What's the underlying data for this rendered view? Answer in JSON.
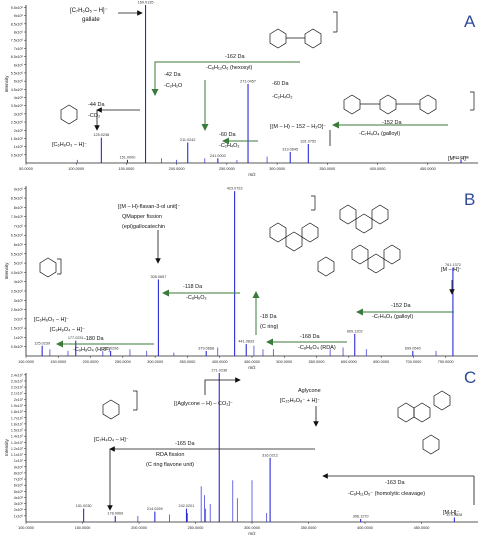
{
  "colors": {
    "spectrum": "#2b2bd6",
    "arrow_green": "#3a7a3a",
    "axis": "#222222",
    "panel_letter": "#2f4a9a"
  },
  "chart_data": [
    {
      "panel": "A",
      "type": "bar",
      "ylabel": "Intensity",
      "xlabel": "m/z",
      "xlim": [
        50,
        500
      ],
      "x_ticks": [
        50,
        100,
        150,
        200,
        250,
        300,
        350,
        400,
        450
      ],
      "x_tick_labels": [
        "50.0000",
        "100.0000",
        "150.0000",
        "200.0000",
        "250.0000",
        "300.0000",
        "350.0000",
        "400.0000",
        "450.0000"
      ],
      "ylim": [
        0,
        100
      ],
      "y_tick_labels": [
        "0.5x10⁶",
        "1x10⁶",
        "1.5x10⁶",
        "2x10⁶",
        "2.5x10⁶",
        "3x10⁶",
        "3.5x10⁶",
        "4x10⁶",
        "4.5x10⁶",
        "5x10⁶",
        "5.5x10⁶",
        "6x10⁶",
        "6.5x10⁶",
        "7x10⁶",
        "7.5x10⁶",
        "8x10⁶",
        "8.5x10⁶",
        "9x10⁶",
        "9.5x10⁶"
      ],
      "peaks": [
        {
          "x": 125.0238,
          "y": 16,
          "label": "125.0238"
        },
        {
          "x": 151.0,
          "y": 2,
          "label": "151.0000"
        },
        {
          "x": 169.0135,
          "y": 100,
          "label": "169.0135"
        },
        {
          "x": 211.0242,
          "y": 13,
          "label": "211.0242"
        },
        {
          "x": 241.0,
          "y": 3,
          "label": "241.0000"
        },
        {
          "x": 271.0457,
          "y": 50,
          "label": "271.0457"
        },
        {
          "x": 313.0645,
          "y": 7,
          "label": "313.0645"
        },
        {
          "x": 331.0752,
          "y": 12,
          "label": "331.0752"
        },
        {
          "x": 483.0786,
          "y": 2,
          "label": "483.0786"
        }
      ],
      "minor_peaks": [
        [
          101,
          2
        ],
        [
          185,
          3
        ],
        [
          200,
          2
        ],
        [
          228,
          3
        ],
        [
          290,
          4
        ],
        [
          260,
          2
        ]
      ],
      "annotations": {
        "formula_top": "[C₇H₆O₅ – H]⁻",
        "name_top": "gallate",
        "loss1_top": "-162 Da",
        "loss1_bot": "-C₆H₁₂O₆ (hexosyl)",
        "loss2_top": "-42 Da",
        "loss2_bot": "-C₂H₂O",
        "loss3_top": "-60 Da",
        "loss3_bot": "-C₂H₄O₂",
        "loss4_top": "-60 Da",
        "loss4_bot": "-C₂H₄O₂",
        "loss5_top": "-44 Da",
        "loss5_bot": "-CO₂",
        "frag_label": "[(M – H) – 152 – H₂O]⁻",
        "galloyl_top": "-152 Da",
        "galloyl_bot": "-C₇H₄O₄ (galloyl)",
        "precursor": "[M – H]⁻",
        "pyrogallol": "[C₆H₆O₃ – H]⁻"
      }
    },
    {
      "panel": "B",
      "type": "bar",
      "ylabel": "Intensity",
      "xlabel": "m/z",
      "xlim": [
        100,
        800
      ],
      "x_ticks": [
        100,
        150,
        200,
        250,
        300,
        350,
        400,
        450,
        500,
        550,
        600,
        650,
        700,
        750
      ],
      "x_tick_labels": [
        "100.0000",
        "150.0000",
        "200.0000",
        "250.0000",
        "300.0000",
        "350.0000",
        "400.0000",
        "450.0000",
        "500.0000",
        "550.0000",
        "600.0000",
        "650.0000",
        "700.0000",
        "750.0000"
      ],
      "ylim": [
        0,
        100
      ],
      "y_tick_labels": [
        "0.5x10⁵",
        "1x10⁵",
        "1.5x10⁵",
        "2x10⁵",
        "2.5x10⁵",
        "3x10⁵",
        "3.5x10⁵",
        "4x10⁵",
        "4.5x10⁵",
        "5x10⁵",
        "5.5x10⁵",
        "6x10⁵",
        "6.5x10⁵",
        "7x10⁵",
        "7.5x10⁵",
        "8x10⁵",
        "8.5x10⁵",
        "9x10⁵"
      ],
      "peaks": [
        {
          "x": 125.0239,
          "y": 6,
          "label": "125.0239"
        },
        {
          "x": 177.0231,
          "y": 9,
          "label": "177.0231"
        },
        {
          "x": 231.0296,
          "y": 3,
          "label": "231.0296"
        },
        {
          "x": 305.0657,
          "y": 45,
          "label": "305.0657"
        },
        {
          "x": 379.0668,
          "y": 3,
          "label": "379.0668"
        },
        {
          "x": 423.0723,
          "y": 97,
          "label": "423.0723"
        },
        {
          "x": 441.0833,
          "y": 7,
          "label": "441.0833"
        },
        {
          "x": 609.1202,
          "y": 13,
          "label": "609.1202"
        },
        {
          "x": 699.054,
          "y": 3,
          "label": "699.0540"
        },
        {
          "x": 761.1372,
          "y": 52,
          "label": "761.1372"
        }
      ],
      "minor_peaks": [
        [
          137,
          4
        ],
        [
          165,
          3
        ],
        [
          219,
          3
        ],
        [
          261,
          4
        ],
        [
          287,
          3
        ],
        [
          329,
          2
        ],
        [
          397,
          5
        ],
        [
          453,
          6
        ],
        [
          467,
          4
        ],
        [
          483,
          4
        ],
        [
          571,
          4
        ],
        [
          591,
          5
        ],
        [
          627,
          4
        ],
        [
          735,
          3
        ]
      ],
      "annotations": {
        "flavan_a": "[(M – H)-flavan-3-ol unit]⁻",
        "flavan_b": "QMapper fission",
        "flavan_c": "(epi)gallocatechin",
        "loss118_top": "-118 Da",
        "loss118_bot": "-C₈H₆O₂",
        "loss18_top": "-18 Da",
        "loss18_bot": "(C ring)",
        "loss168_top": "-168 Da",
        "loss168_bot": "-C₈H₈O₄ (RDA)",
        "loss180_top": "-180 Da",
        "loss180_bot": "-C₉H₈O₄ (HRF)",
        "loss152_top": "-152 Da",
        "loss152_bot": "-C₇H₄O₄ (galloyl)",
        "precursor": "[M – H]⁻",
        "phloro": "[C₆H₆O₃ – H]⁻",
        "frag177": "[C₉H₆O₄ – H]⁻"
      }
    },
    {
      "panel": "C",
      "type": "bar",
      "ylabel": "Intensity",
      "xlabel": "m/z",
      "xlim": [
        100,
        500
      ],
      "x_ticks": [
        100,
        150,
        200,
        250,
        300,
        350,
        400,
        450
      ],
      "x_tick_labels": [
        "100.0000",
        "150.0000",
        "200.0000",
        "250.0000",
        "300.0000",
        "350.0000",
        "400.0000",
        "450.0000"
      ],
      "ylim": [
        0,
        100
      ],
      "y_tick_labels": [
        "1x10⁶",
        "2x10⁶",
        "3x10⁶",
        "4x10⁶",
        "5x10⁶",
        "6x10⁶",
        "7x10⁶",
        "8x10⁶",
        "9x10⁶",
        "1x10⁷",
        "1.1x10⁷",
        "1.2x10⁷",
        "1.3x10⁷",
        "1.4x10⁷",
        "1.5x10⁷",
        "1.6x10⁷",
        "1.7x10⁷",
        "1.8x10⁷",
        "1.9x10⁷",
        "2x10⁷",
        "2.1x10⁷",
        "2.2x10⁷",
        "2.3x10⁷",
        "2.4x10⁷"
      ],
      "peaks": [
        {
          "x": 151.003,
          "y": 9,
          "label": "151.0030"
        },
        {
          "x": 178.9969,
          "y": 4,
          "label": "178.9969"
        },
        {
          "x": 214.0269,
          "y": 7,
          "label": "214.0269"
        },
        {
          "x": 242.0201,
          "y": 9,
          "label": "242.0201"
        },
        {
          "x": 271.0236,
          "y": 100,
          "label": "271.0236"
        },
        {
          "x": 316.0212,
          "y": 43,
          "label": "316.0212"
        },
        {
          "x": 396.127,
          "y": 2,
          "label": "396.1270"
        },
        {
          "x": 479.0828,
          "y": 3,
          "label": "479.0828"
        }
      ],
      "minor_peaks": [
        [
          199,
          4
        ],
        [
          227,
          5
        ],
        [
          255,
          24
        ],
        [
          258,
          18
        ],
        [
          263,
          12
        ],
        [
          283,
          28
        ],
        [
          287,
          16
        ],
        [
          300,
          28
        ],
        [
          313,
          6
        ],
        [
          259,
          9
        ],
        [
          243,
          6
        ]
      ],
      "annotations": {
        "agly_a": "[(Aglycone – H) – CO₂]⁻",
        "agly_b": "Aglycone",
        "agly_c": "[C₁₅H₉O₈⁻ + H]⁻",
        "loss165": "-165 Da",
        "rda_a": "RDA fission",
        "rda_b": "(C ring flavone unit)",
        "frag_formula": "[C₇H₄O₄ – H]⁻",
        "loss163_top": "-163 Da",
        "loss163_bot": "-C₆H₁₁O₅⁻ (homolytic cleavage)",
        "precursor": "[M-H]⁻"
      }
    }
  ]
}
